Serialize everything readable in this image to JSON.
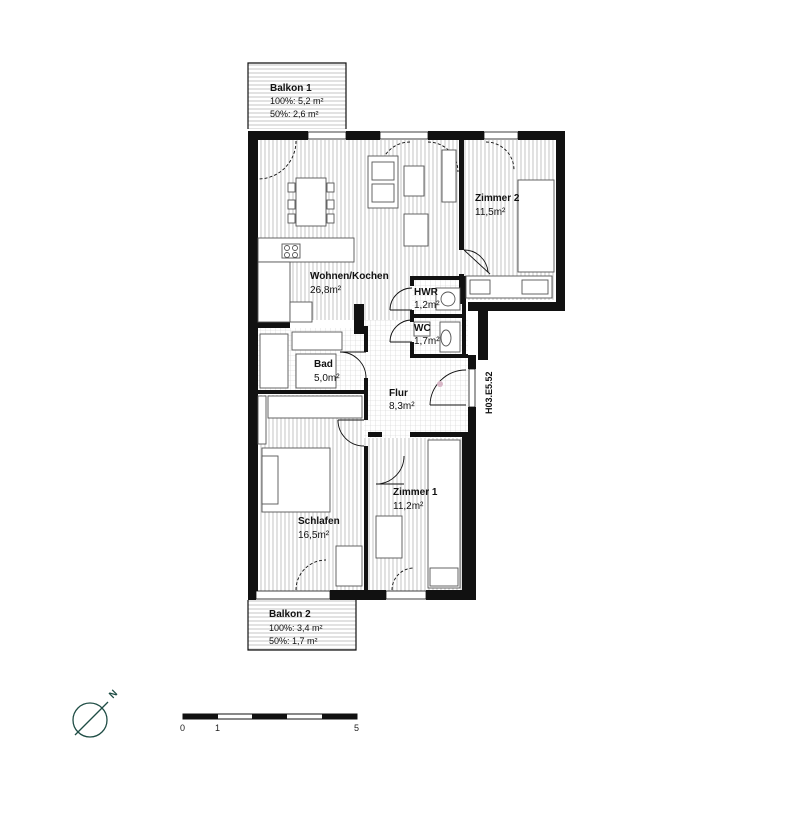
{
  "rooms": {
    "balkon1": {
      "name": "Balkon 1",
      "line1": "100%: 5,2 m²",
      "line2": "50%: 2,6 m²"
    },
    "wohnen": {
      "name": "Wohnen/Kochen",
      "area": "26,8m²"
    },
    "zimmer2": {
      "name": "Zimmer 2",
      "area": "11,5m²"
    },
    "hwr": {
      "name": "HWR",
      "area": "1,2m²"
    },
    "wc": {
      "name": "WC",
      "area": "1,7m²"
    },
    "bad": {
      "name": "Bad",
      "area": "5,0m²"
    },
    "flur": {
      "name": "Flur",
      "area": "8,3m²"
    },
    "zimmer1": {
      "name": "Zimmer 1",
      "area": "11,2m²"
    },
    "schlafen": {
      "name": "Schlafen",
      "area": "16,5m²"
    },
    "balkon2": {
      "name": "Balkon 2",
      "line1": "100%: 3,4 m²",
      "line2": "50%: 1,7 m²"
    }
  },
  "unit_id": "H03.E5.52",
  "north": {
    "letter": "N",
    "color": "#1f4d45"
  },
  "scale_bar": {
    "labels": [
      "0",
      "1",
      "5"
    ]
  },
  "colors": {
    "wall": "#111111",
    "hatch": "#bdbdbd",
    "tile": "#c9c9c9",
    "furniture": "#555555"
  }
}
